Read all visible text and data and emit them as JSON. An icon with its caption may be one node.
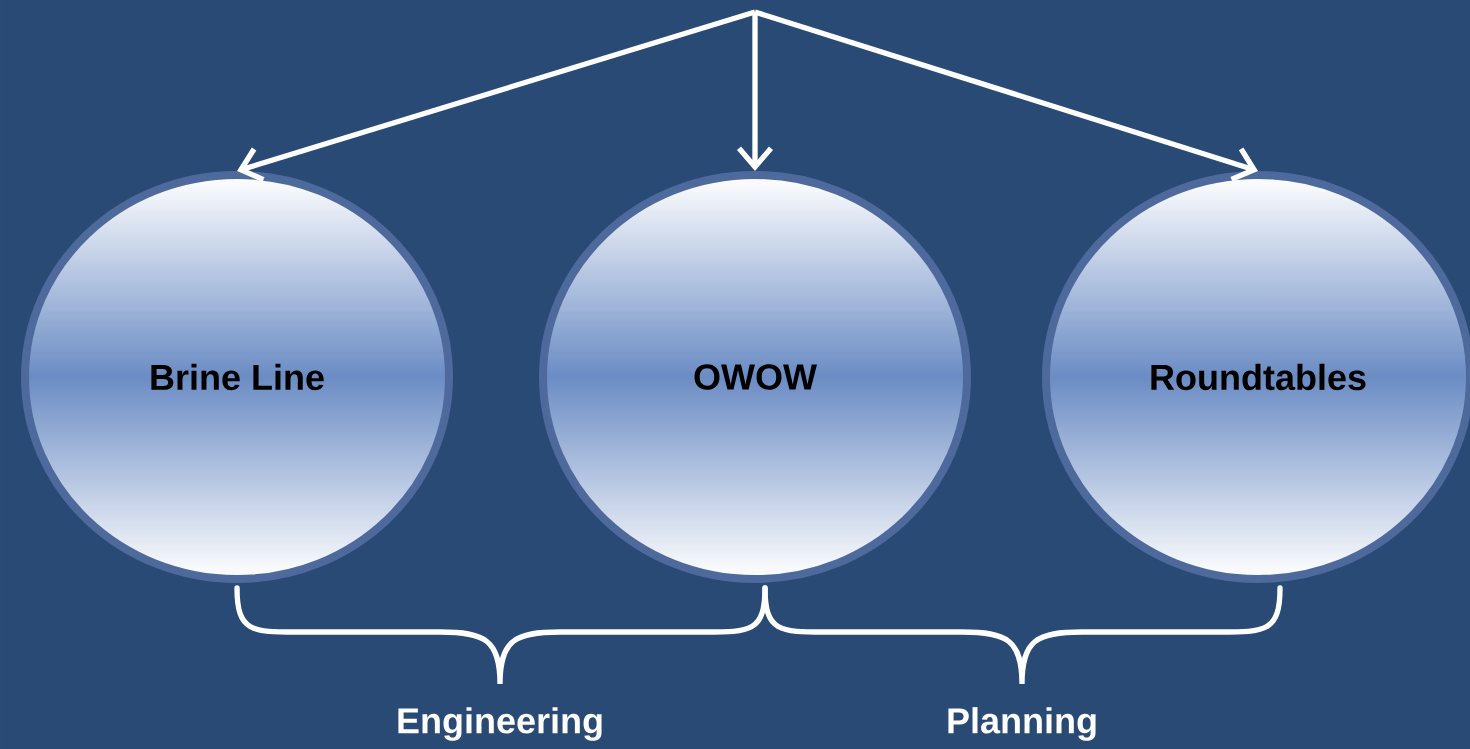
{
  "diagram": {
    "nodes": [
      {
        "text": [
          "Brine Line"
        ]
      },
      {
        "text": [
          "OWOW"
        ]
      },
      {
        "text": [
          "Roundtables"
        ]
      }
    ],
    "edges": [
      {
        "from": null,
        "to": 0,
        "arrow": "to"
      },
      {
        "from": null,
        "to": 1,
        "arrow": "to"
      },
      {
        "from": null,
        "to": 2,
        "arrow": "to"
      }
    ],
    "labels": [
      "Engineering",
      "Planning"
    ]
  }
}
